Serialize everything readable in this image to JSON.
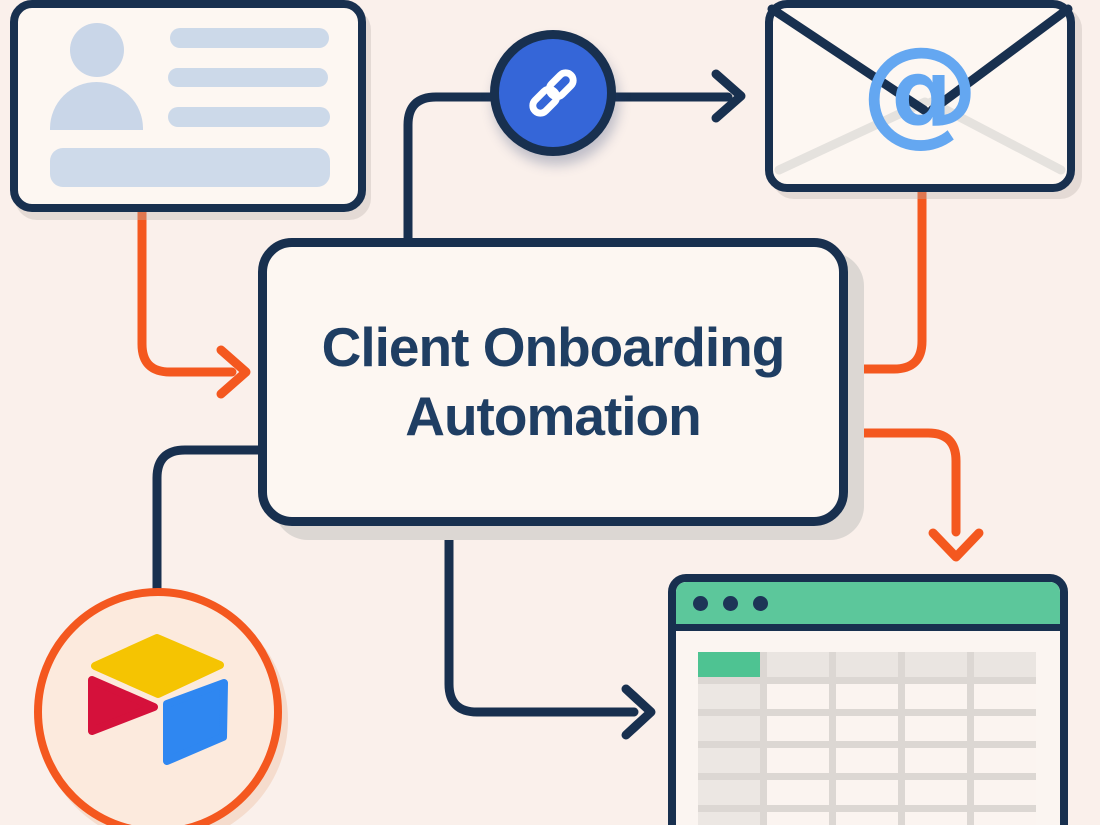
{
  "title": {
    "line1": "Client Onboarding",
    "line2": "Automation"
  },
  "email": {
    "symbol": "@"
  },
  "nodes": {
    "contact_card": "client contact card with avatar and text lines",
    "link_badge": "chain link icon in blue circle",
    "envelope": "email envelope with at-sign",
    "airtable_badge": "Airtable logo in orange circle",
    "spreadsheet": "browser window with spreadsheet grid"
  },
  "spreadsheet": {
    "grid": {
      "rows": 6,
      "cols": 5,
      "header_row": true,
      "highlight_cell": [
        0,
        0
      ]
    }
  },
  "colors": {
    "background": "#FAF0EB",
    "navy_line": "#18304F",
    "title_text": "#1F3E63",
    "orange": "#F4581F",
    "link_circle_blue": "#3566D8",
    "at_sign_blue": "#64A7F1",
    "card_placeholder_blue": "#C9D6E8",
    "window_header_green": "#5CC79B",
    "grid_highlight_green": "#4EC392",
    "grid_line_gray": "#DCD7D3",
    "grid_header_gray": "#EAE5E1",
    "node_fill": "#FDF7F2",
    "airtable_yellow": "#F5C402",
    "airtable_red": "#D5113B",
    "airtable_blue": "#2F87F1",
    "airtable_ring_fill": "#FCEADD",
    "shadow_gray": "#DCD7D3"
  }
}
